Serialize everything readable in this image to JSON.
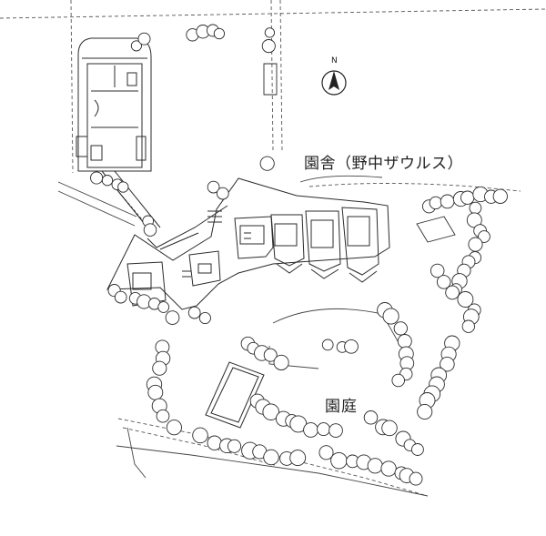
{
  "labels": {
    "building": "園舎（野中ザウルス）",
    "garden": "園庭"
  },
  "north_arrow": {
    "letter": "N"
  },
  "colors": {
    "line": "#2b2b2b",
    "tree_fill": "#ffffff",
    "paper": "#ffffff"
  }
}
